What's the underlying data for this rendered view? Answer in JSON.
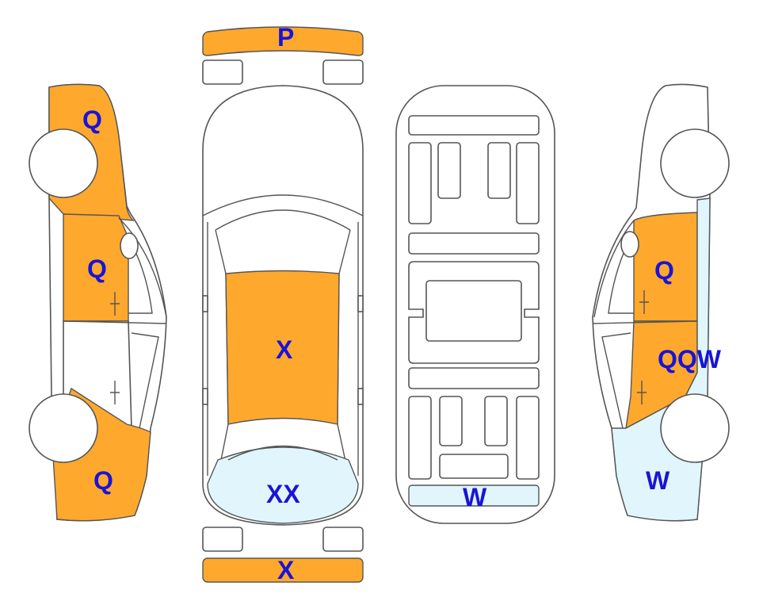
{
  "colors": {
    "damage_orange": "#FFA82E",
    "damage_light": "#E0F6FC",
    "code_text": "#1A14D6",
    "outline": "#555555",
    "background": "#FFFFFF"
  },
  "codes": {
    "front_bumper": "P",
    "left_front_fender": "Q",
    "left_front_door": "Q",
    "left_rear_quarter": "Q",
    "roof": "X",
    "rear_window_area": "XX",
    "rear_bumper": "X",
    "underbody_rear": "W",
    "right_front_door": "Q",
    "right_rear_door": "QQW",
    "right_rear_quarter": "W"
  }
}
